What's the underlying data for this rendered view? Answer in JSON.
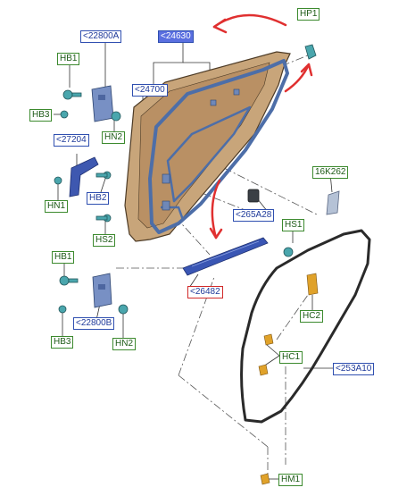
{
  "labels": {
    "hp1": "HP1",
    "p24630": "<24630",
    "p22800a": "<22800A",
    "hb1_top": "HB1",
    "p24700": "<24700",
    "hb3_top": "HB3",
    "hn2_top": "HN2",
    "p27204": "<27204",
    "p16k262": "16K262",
    "hn1": "HN1",
    "hb2": "HB2",
    "p265a28": "<265A28",
    "hs1": "HS1",
    "hs2": "HS2",
    "hb1_bottom": "HB1",
    "p26482": "<26482",
    "p22800b": "<22800B",
    "hc2": "HC2",
    "hb3_bottom": "HB3",
    "hn2_bottom": "HN2",
    "hc1": "HC1",
    "p253a10": "<253A10",
    "hm1": "HM1"
  },
  "colors": {
    "part_ref": "#1f3a9a",
    "hardware_ref": "#1d5a16",
    "selected_fill": "#5a6fe0",
    "highlight_border": "#d12a2a",
    "arrow": "#e03030"
  }
}
